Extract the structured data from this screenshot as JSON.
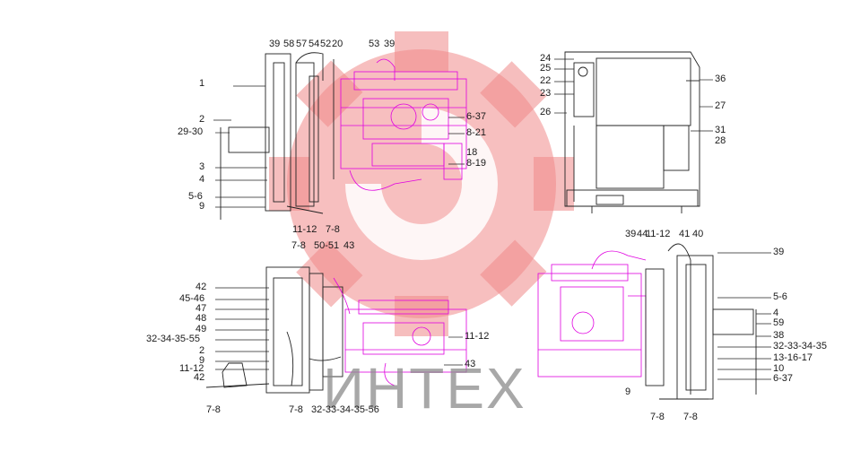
{
  "watermark": {
    "text": "ИНТЕХ",
    "gear_color": "#f08a8a"
  },
  "views": [
    {
      "id": "top-left",
      "labels": [
        "1",
        "2",
        "29-30",
        "3",
        "4",
        "5-6",
        "9",
        "39",
        "58",
        "57",
        "54",
        "52",
        "20",
        "53",
        "39",
        "6-37",
        "8-21",
        "18",
        "8-19",
        "11-12",
        "7-8"
      ]
    },
    {
      "id": "top-right",
      "labels": [
        "24",
        "25",
        "22",
        "23",
        "26",
        "36",
        "27",
        "31",
        "28"
      ]
    },
    {
      "id": "bottom-left",
      "labels": [
        "7-8",
        "50-51",
        "43",
        "42",
        "45-46",
        "47",
        "48",
        "49",
        "32-34-35-55",
        "2",
        "9",
        "11-12",
        "42",
        "11-12",
        "43",
        "7-8",
        "7-8",
        "32-33-34-35-56"
      ]
    },
    {
      "id": "bottom-right",
      "labels": [
        "39",
        "44",
        "11-12",
        "41",
        "40",
        "39",
        "5-6",
        "4",
        "59",
        "38",
        "32-33-34-35",
        "13-16-17",
        "10",
        "6-37",
        "9",
        "7-8",
        "7-8"
      ]
    }
  ],
  "colors": {
    "line": "#222222",
    "engine": "#e000e0",
    "watermark": "#f08a8a"
  }
}
